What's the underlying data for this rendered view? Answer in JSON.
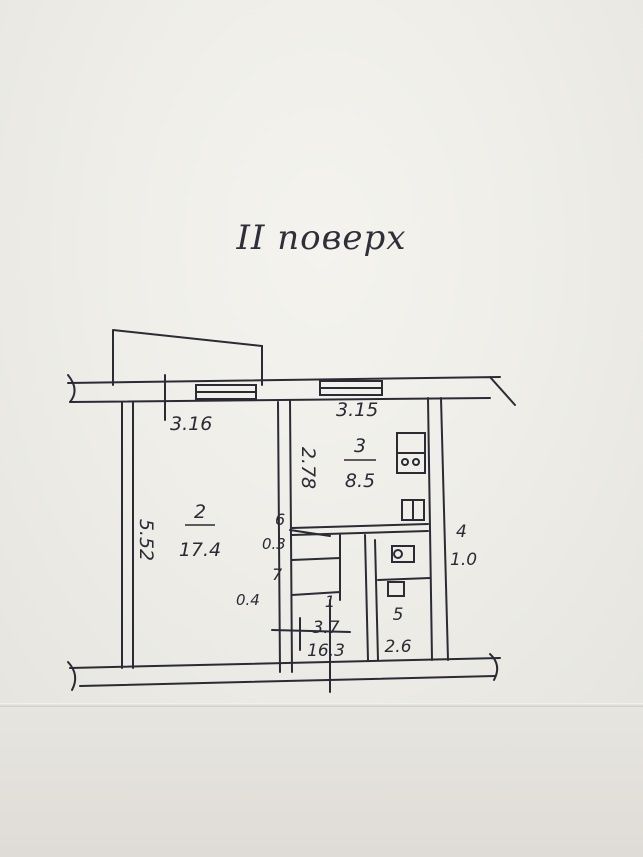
{
  "title": "II поверх",
  "rooms": [
    {
      "number": "2",
      "area": "17.4",
      "width": "3.16",
      "length": "5.52"
    },
    {
      "number": "3",
      "area": "8.5",
      "width": "3.15",
      "length": "2.78"
    },
    {
      "number": "1",
      "area": "3.7",
      "total_area": "16.3"
    },
    {
      "number": "4",
      "area": "1.0"
    },
    {
      "number": "5",
      "area": "2.6"
    },
    {
      "number": "6",
      "area": "0.3"
    },
    {
      "number": "7",
      "area": "0.4"
    }
  ],
  "colors": {
    "ink": "#2b2b35",
    "paper": "#efeee9"
  }
}
